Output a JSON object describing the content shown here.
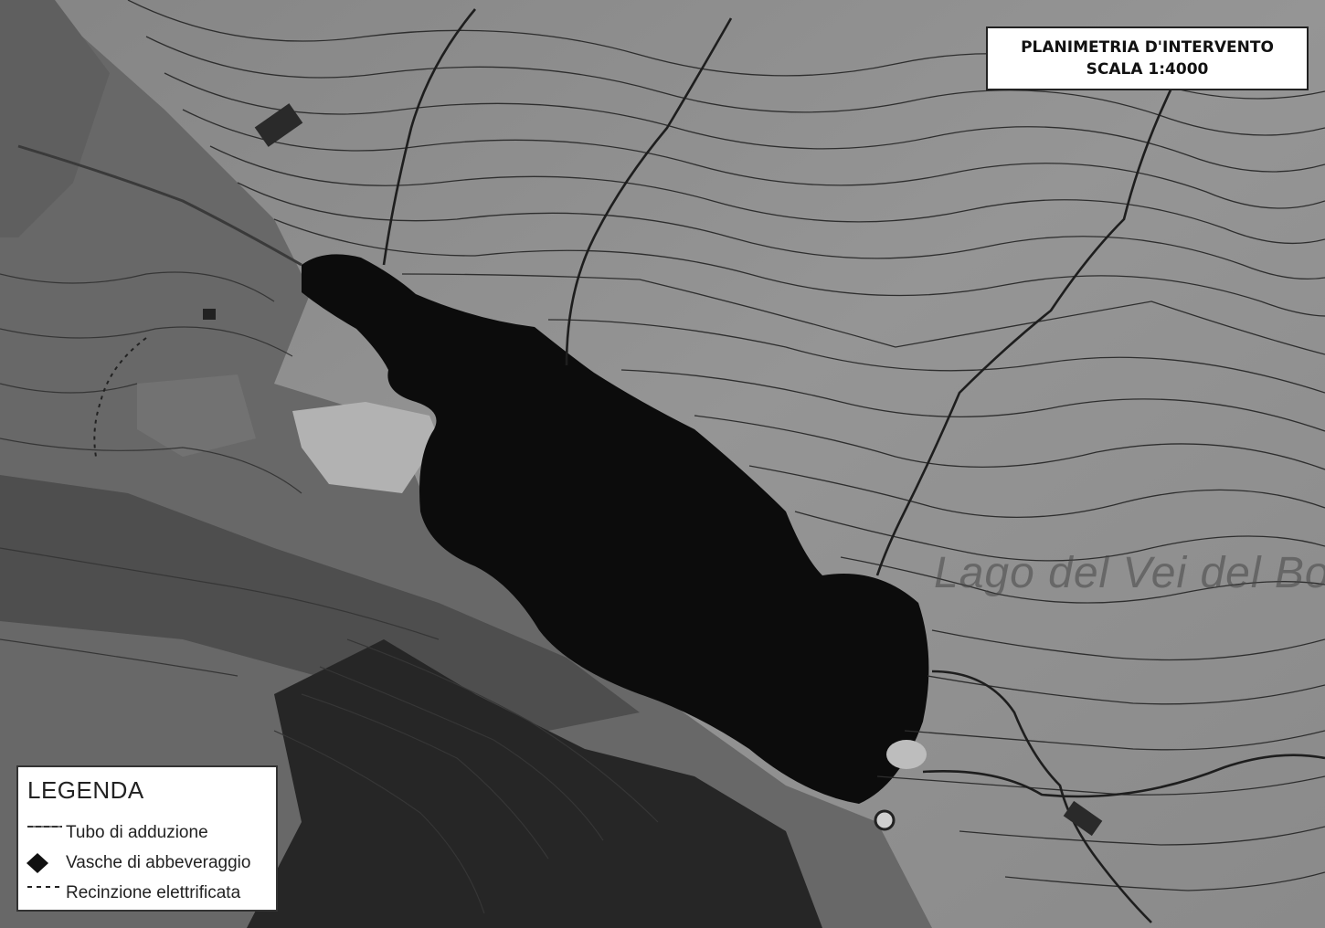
{
  "map": {
    "title_line1": "PLANIMETRIA D'INTERVENTO",
    "title_line2": "SCALA 1:4000",
    "place_label": "Lago del Vei del Bo",
    "colors": {
      "water": "#0c0c0c",
      "meadow": "#8e8e8e",
      "rock": "#5a5a5a",
      "shadow": "#262626",
      "contour": "#2e2e2e"
    }
  },
  "legend": {
    "title": "LEGENDA",
    "items": [
      {
        "icon": "pipe-line-icon",
        "label": "Tubo di adduzione"
      },
      {
        "icon": "diamond-icon",
        "label": "Vasche di abbeveraggio"
      },
      {
        "icon": "dashed-line-icon",
        "label": "Recinzione elettrificata"
      }
    ]
  }
}
